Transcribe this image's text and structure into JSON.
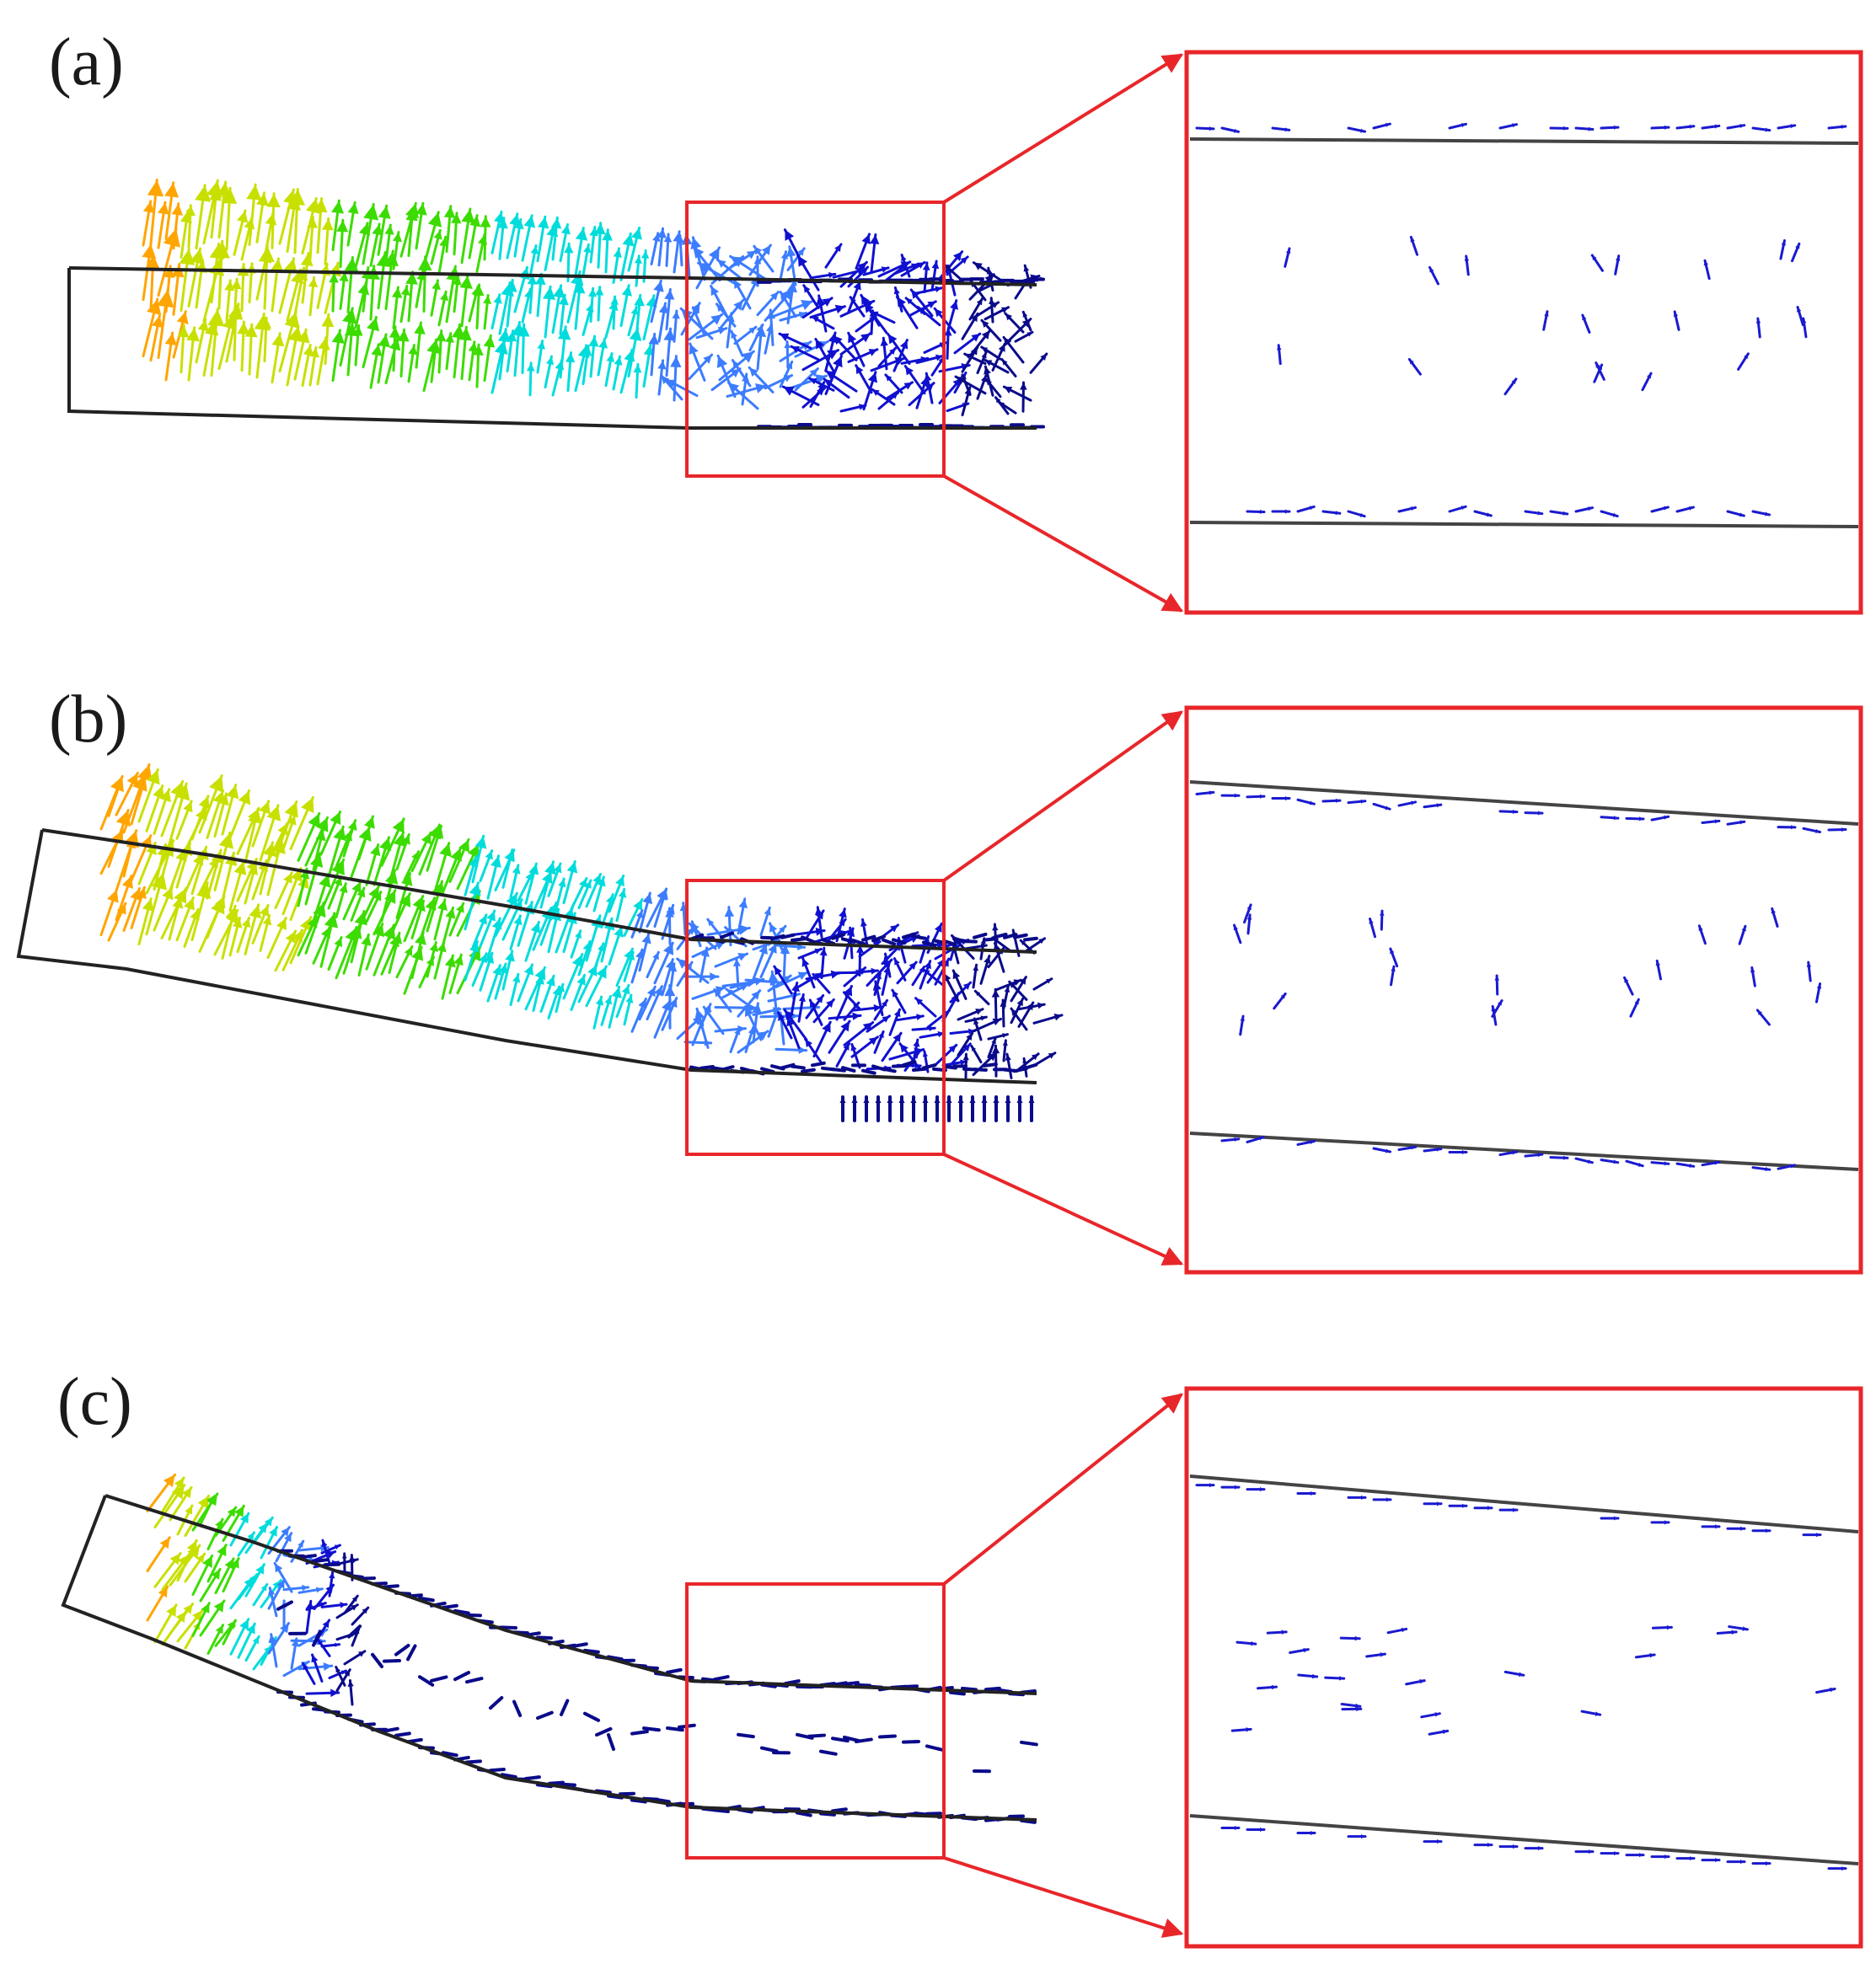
{
  "figure": {
    "panels": [
      {
        "id": "a",
        "label": "(a)"
      },
      {
        "id": "b",
        "label": "(b)"
      },
      {
        "id": "c",
        "label": "(c)"
      }
    ]
  },
  "colors": {
    "beam_outline": "#222222",
    "zoom_box": "#e8262a",
    "vector_scale": [
      "#ffa500",
      "#c8e000",
      "#3cdc00",
      "#00dcdc",
      "#3c7cff",
      "#1010d0",
      "#0a0a8a"
    ]
  }
}
